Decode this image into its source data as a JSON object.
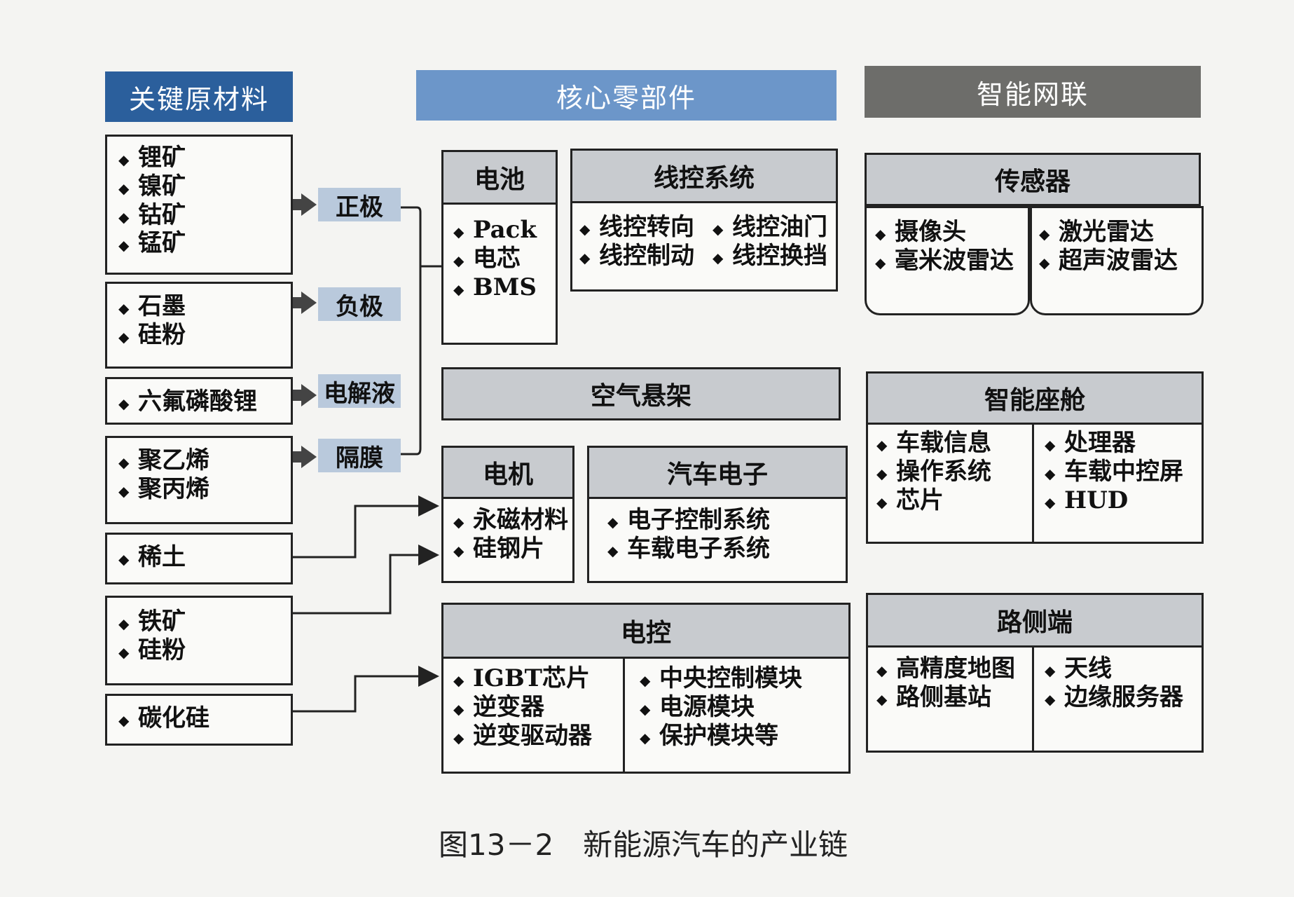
{
  "headers": {
    "materials": "关键原材料",
    "components": "核心零部件",
    "smart": "智能网联"
  },
  "material_groups": [
    {
      "items": [
        "锂矿",
        "镍矿",
        "钴矿",
        "锰矿"
      ],
      "tag": "正极"
    },
    {
      "items": [
        "石墨",
        "硅粉"
      ],
      "tag": "负极"
    },
    {
      "items": [
        "六氟磷酸锂"
      ],
      "tag": "电解液"
    },
    {
      "items": [
        "聚乙烯",
        "聚丙烯"
      ],
      "tag": "隔膜"
    },
    {
      "items": [
        "稀土"
      ]
    },
    {
      "items": [
        "铁矿",
        "硅粉"
      ]
    },
    {
      "items": [
        "碳化硅"
      ]
    }
  ],
  "battery": {
    "title": "电池",
    "items": [
      "Pack",
      "电芯",
      "BMS"
    ]
  },
  "wire_control": {
    "title": "线控系统",
    "col1": [
      "线控转向",
      "线控制动"
    ],
    "col2": [
      "线控油门",
      "线控换挡"
    ]
  },
  "air_suspension": {
    "title": "空气悬架"
  },
  "motor": {
    "title": "电机",
    "items": [
      "永磁材料",
      "硅钢片"
    ]
  },
  "auto_electronics": {
    "title": "汽车电子",
    "items": [
      "电子控制系统",
      "车载电子系统"
    ]
  },
  "electric_control": {
    "title": "电控",
    "col1": [
      "IGBT芯片",
      "逆变器",
      "逆变驱动器"
    ],
    "col2": [
      "中央控制模块",
      "电源模块",
      "保护模块等"
    ]
  },
  "sensors": {
    "title": "传感器",
    "col1": [
      "摄像头",
      "毫米波雷达"
    ],
    "col2": [
      "激光雷达",
      "超声波雷达"
    ]
  },
  "cockpit": {
    "title": "智能座舱",
    "col1": [
      "车载信息",
      "操作系统",
      "芯片"
    ],
    "col2": [
      "处理器",
      "车载中控屏",
      "HUD"
    ]
  },
  "roadside": {
    "title": "路侧端",
    "col1": [
      "高精度地图",
      "路侧基站"
    ],
    "col2": [
      "天线",
      "边缘服务器"
    ]
  },
  "caption": "图13－2　新能源汽车的产业链"
}
